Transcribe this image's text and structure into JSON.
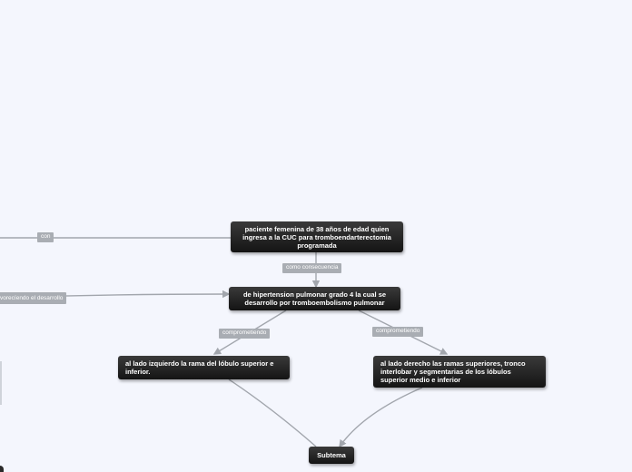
{
  "nodes": {
    "patient": "paciente femenina de 38 años de edad quien     ingresa a la CUC para tromboendarterectomia programada",
    "hypertension": "de hipertension pulmonar grado 4 la cual se desarrollo   por tromboembolismo pulmonar",
    "left_branch": "al lado izquierdo  la rama del lóbulo superior e inferior.",
    "right_branch": "al lado derecho  las ramas superiores, tronco interlobar y segmentarias de los lóbulos superior medio e inferior",
    "subtopic": "Subtema"
  },
  "labels": {
    "con": "con",
    "consequence": "como consecuencia",
    "favoring": "vorecíendo el desarrollo",
    "compromising_left": "comprometiendo",
    "compromising_right": "comprometiendo"
  },
  "colors": {
    "background": "#f4f6fd",
    "node": "#1f1f1f",
    "connector": "#a2a6ad",
    "tag": "#a9adb3"
  }
}
